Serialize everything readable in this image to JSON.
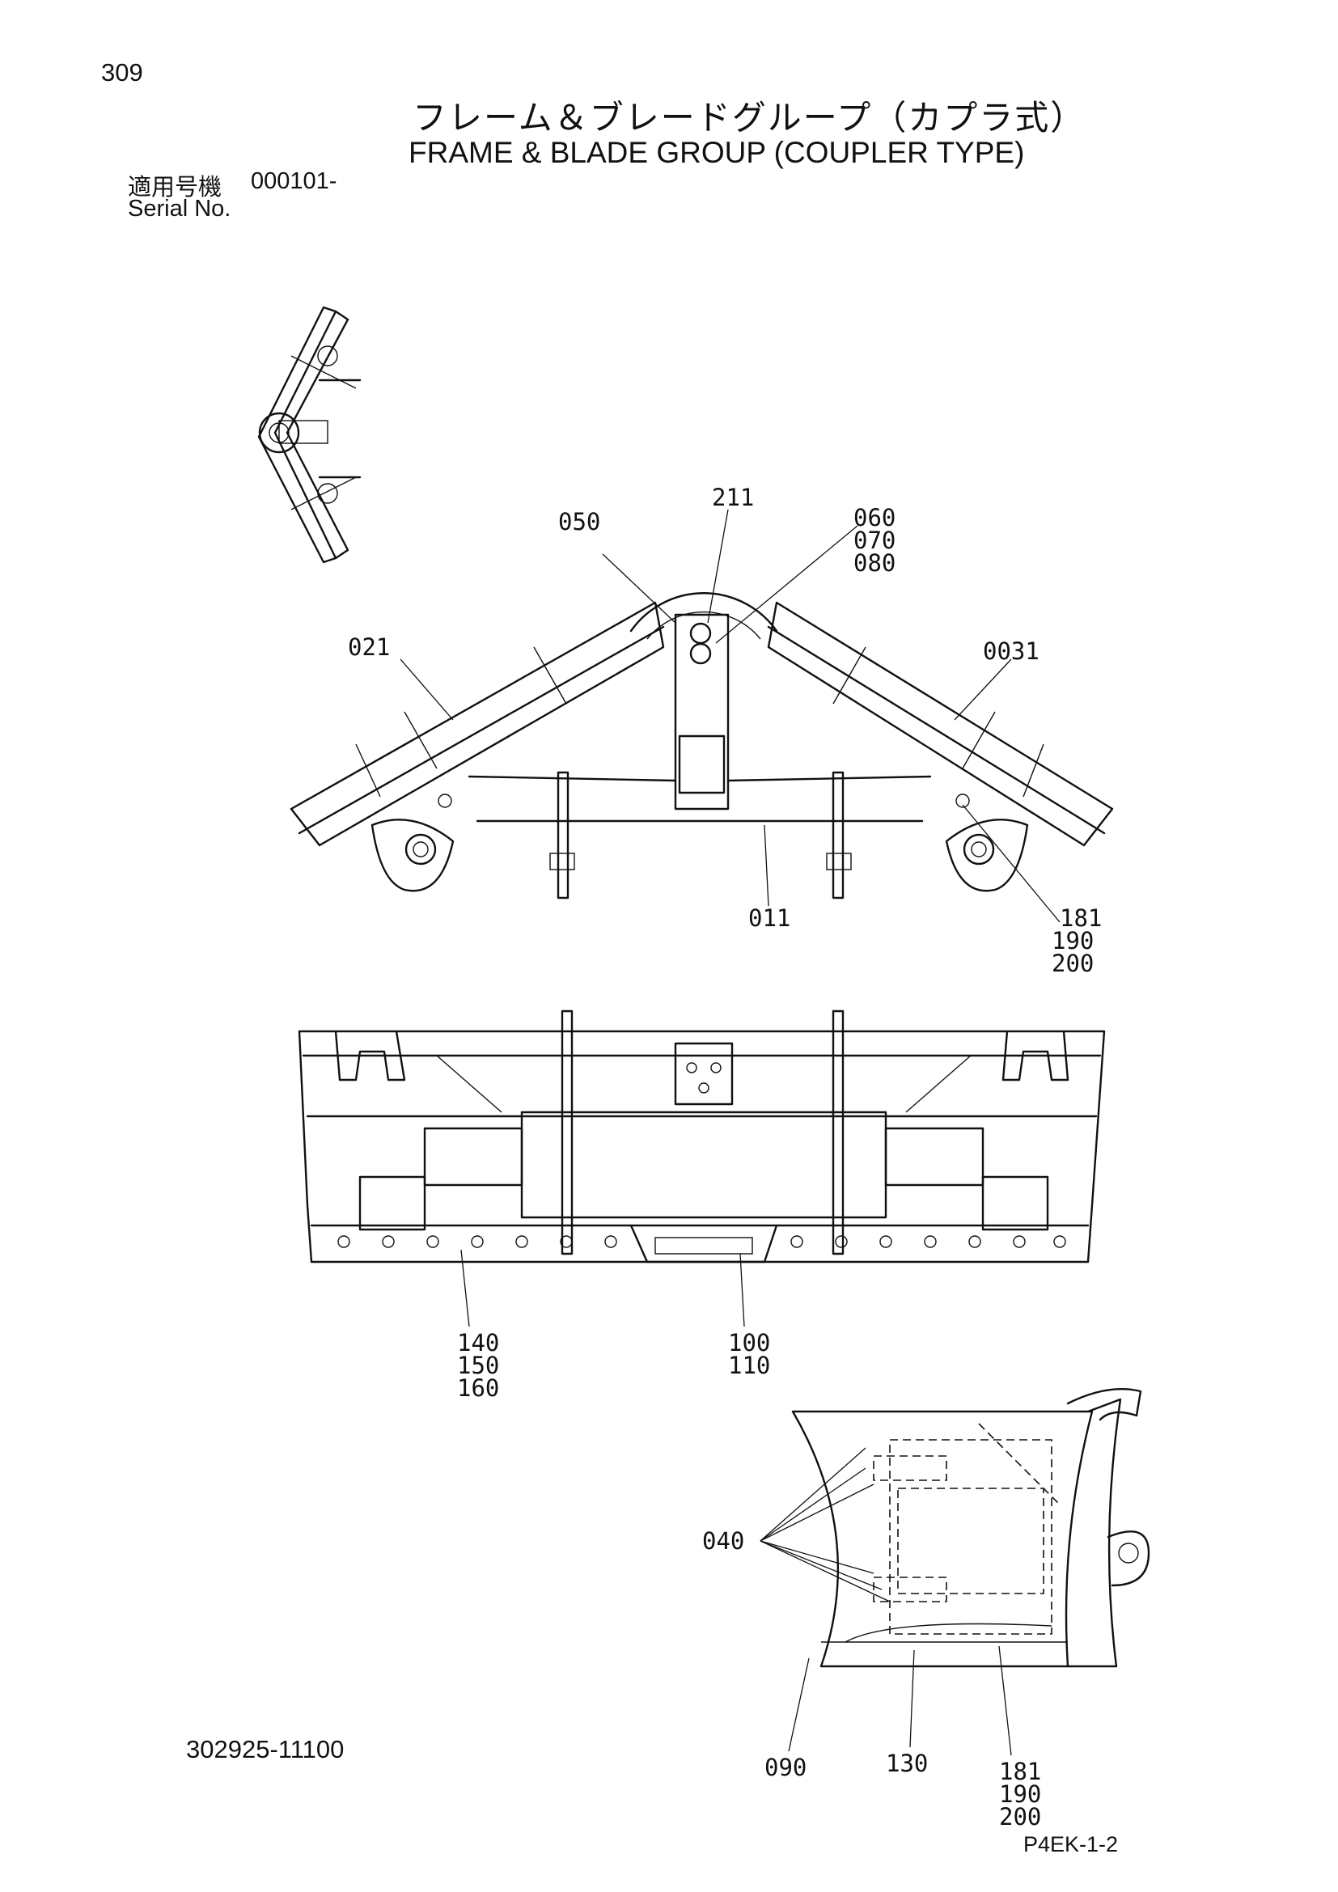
{
  "page_number": "309",
  "title_ja": "フレーム＆ブレードグループ（カプラ式）",
  "title_en": "FRAME & BLADE GROUP (COUPLER TYPE)",
  "serial": {
    "label_ja": "適用号機",
    "value": "000101-",
    "label_en": "Serial No."
  },
  "drawing_number": "302925-11100",
  "page_code": "P4EK-1-2",
  "part_labels": {
    "p050": "050",
    "p211": "211",
    "p060": "060",
    "p070": "070",
    "p080": "080",
    "p021": "021",
    "p0031": "0031",
    "p011": "011",
    "p181_top": "181",
    "p190_top": "190",
    "p200_top": "200",
    "p140": "140",
    "p150": "150",
    "p160": "160",
    "p100": "100",
    "p110": "110",
    "p040": "040",
    "p090": "090",
    "p130": "130",
    "p181_side": "181",
    "p190_side": "190",
    "p200_side": "200"
  }
}
